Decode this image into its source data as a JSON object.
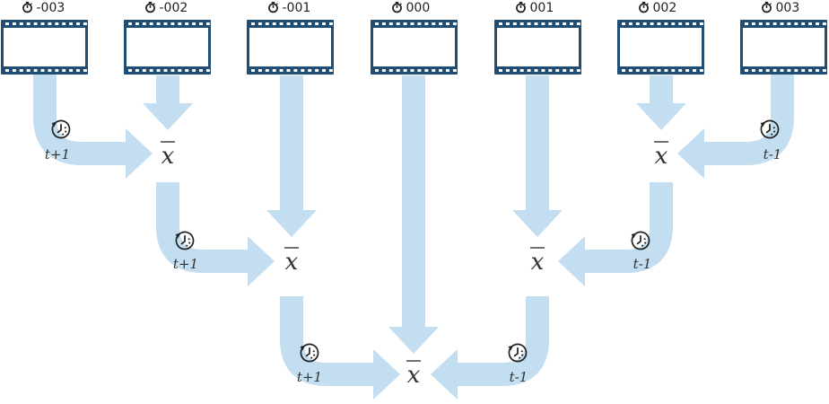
{
  "frames": [
    {
      "label": "-003"
    },
    {
      "label": "-002"
    },
    {
      "label": "-001"
    },
    {
      "label": "000"
    },
    {
      "label": "001"
    },
    {
      "label": "002"
    },
    {
      "label": "003"
    }
  ],
  "mean_symbol": "x",
  "shift_labels": {
    "forward": "t+1",
    "backward": "t-1"
  },
  "colors": {
    "arrow": "#c2def0",
    "frame_stroke": "#1f4d73",
    "frame_fill": "#ffffff",
    "icon": "#222222"
  },
  "icons": {
    "frame_timer": "stopwatch-icon",
    "time_shift": "clock-rewind-icon"
  }
}
